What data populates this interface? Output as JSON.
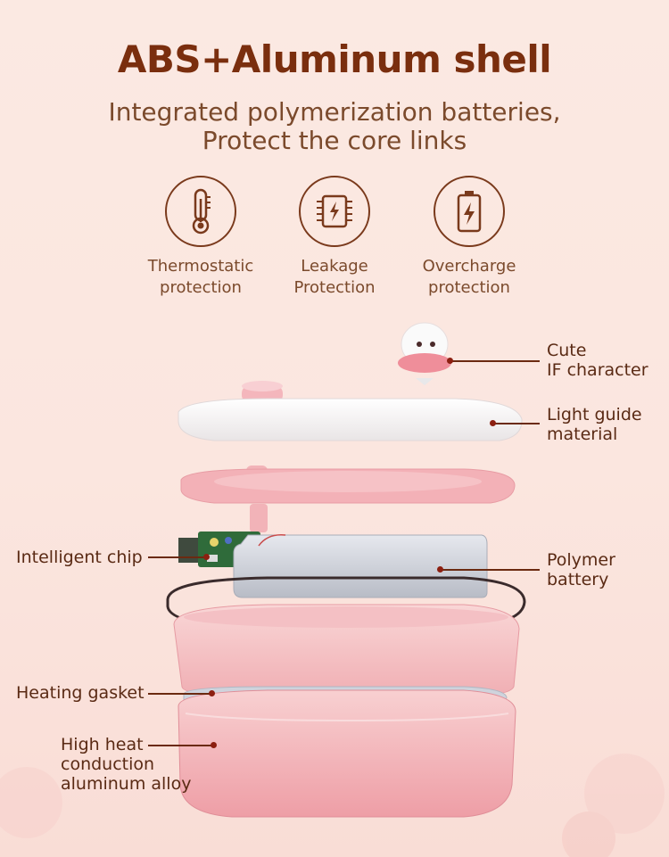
{
  "header": {
    "title": "ABS+Aluminum shell",
    "subtitle_line1": "Integrated polymerization batteries,",
    "subtitle_line2": "Protect the core links"
  },
  "features": [
    {
      "icon": "thermometer-icon",
      "line1": "Thermostatic",
      "line2": "protection"
    },
    {
      "icon": "chip-lightning-icon",
      "line1": "Leakage",
      "line2": "Protection"
    },
    {
      "icon": "battery-lightning-icon",
      "line1": "Overcharge",
      "line2": "protection"
    }
  ],
  "callouts": {
    "character": {
      "line1": "Cute",
      "line2": "IF character"
    },
    "light_guide": {
      "line1": "Light guide",
      "line2": "material"
    },
    "chip": {
      "line1": "Intelligent chip"
    },
    "battery": {
      "line1": "Polymer",
      "line2": "battery"
    },
    "gasket": {
      "line1": "Heating gasket"
    },
    "alloy": {
      "line1": "High heat",
      "line2": "conduction",
      "line3": "aluminum alloy"
    }
  },
  "colors": {
    "title": "#7a2e0e",
    "accent_line": "#6b2a10",
    "dot": "#8c1f10",
    "shell_pink": "#f3b9bd",
    "lid_white": "#fdfbfb"
  }
}
